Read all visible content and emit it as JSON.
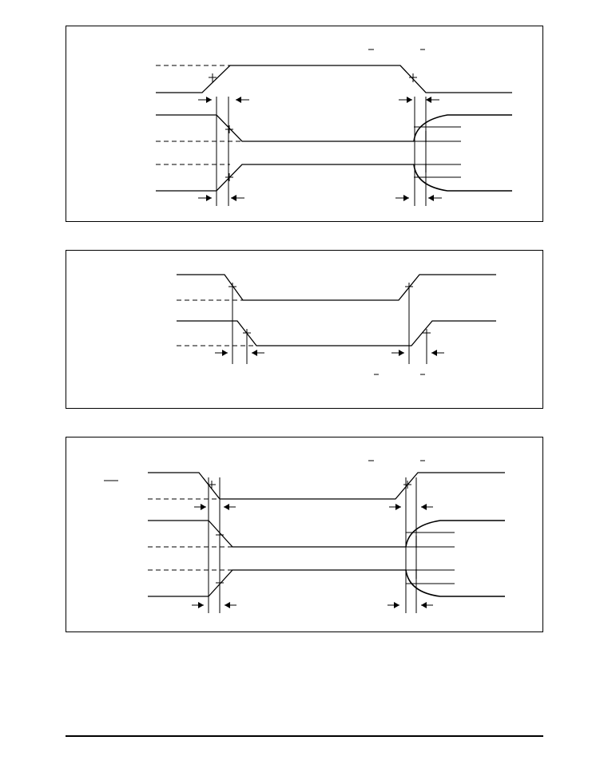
{
  "figures": [
    {
      "id": "timing-diagram-1",
      "caption": "",
      "labels": []
    },
    {
      "id": "timing-diagram-2",
      "caption": "",
      "labels": []
    },
    {
      "id": "timing-diagram-3",
      "caption": "",
      "labels": []
    }
  ],
  "footer": {
    "text": ""
  }
}
